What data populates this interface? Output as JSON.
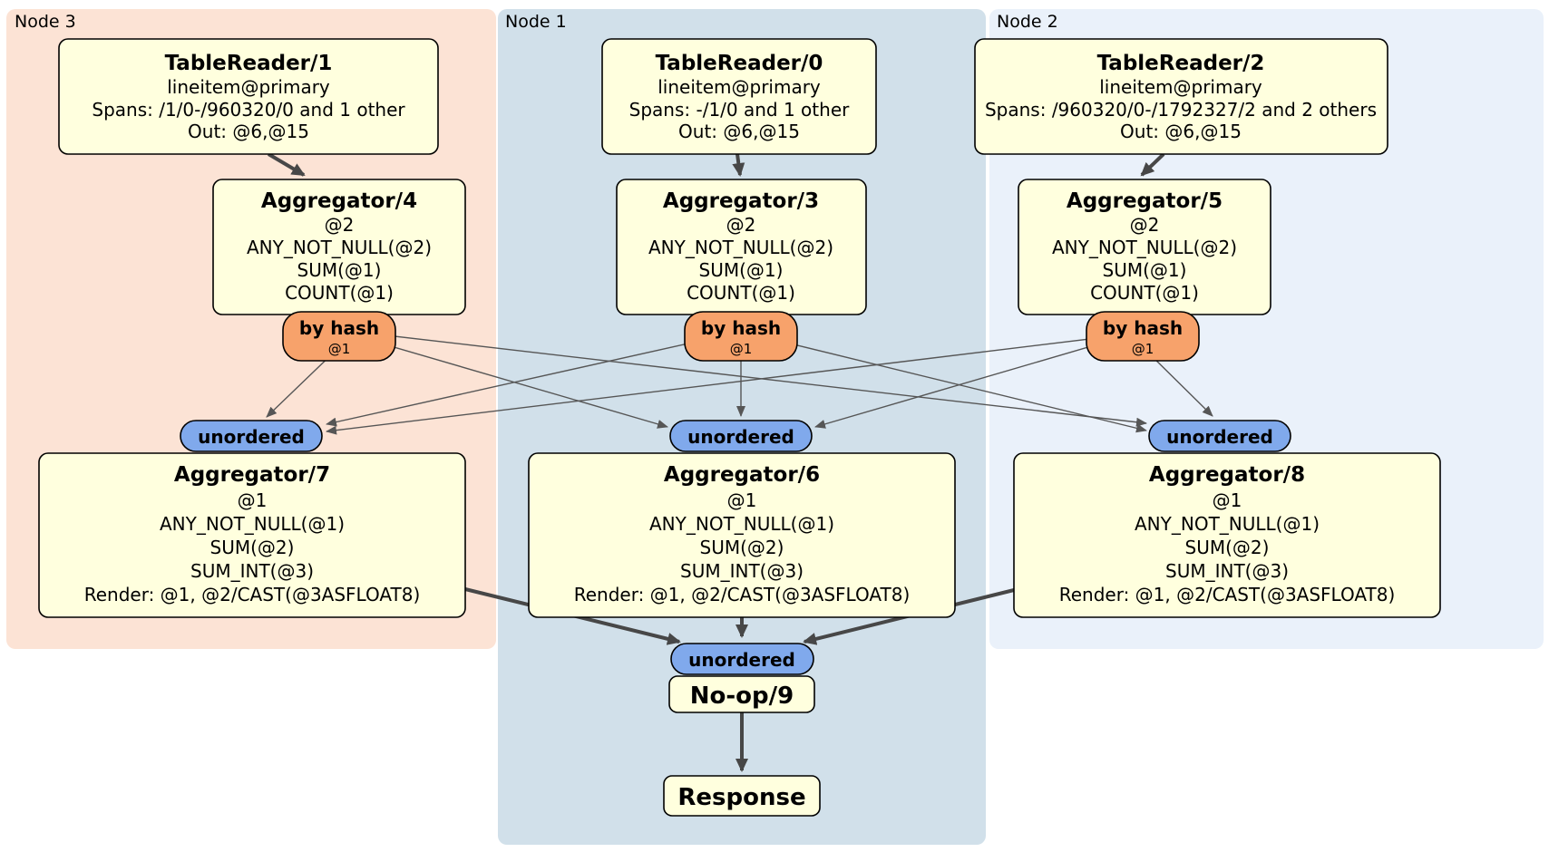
{
  "regions": {
    "node3": {
      "label": "Node 3"
    },
    "node1": {
      "label": "Node 1"
    },
    "node2": {
      "label": "Node 2"
    }
  },
  "processors": {
    "tablereader1": {
      "title": "TableReader/1",
      "lines": [
        "lineitem@primary",
        "Spans: /1/0-/960320/0 and 1 other",
        "Out: @6,@15"
      ]
    },
    "tablereader0": {
      "title": "TableReader/0",
      "lines": [
        "lineitem@primary",
        "Spans: -/1/0 and 1 other",
        "Out: @6,@15"
      ]
    },
    "tablereader2": {
      "title": "TableReader/2",
      "lines": [
        "lineitem@primary",
        "Spans: /960320/0-/1792327/2 and 2 others",
        "Out: @6,@15"
      ]
    },
    "aggregator4": {
      "title": "Aggregator/4",
      "lines": [
        "@2",
        "ANY_NOT_NULL(@2)",
        "SUM(@1)",
        "COUNT(@1)"
      ]
    },
    "aggregator3": {
      "title": "Aggregator/3",
      "lines": [
        "@2",
        "ANY_NOT_NULL(@2)",
        "SUM(@1)",
        "COUNT(@1)"
      ]
    },
    "aggregator5": {
      "title": "Aggregator/5",
      "lines": [
        "@2",
        "ANY_NOT_NULL(@2)",
        "SUM(@1)",
        "COUNT(@1)"
      ]
    },
    "aggregator7": {
      "title": "Aggregator/7",
      "lines": [
        "@1",
        "ANY_NOT_NULL(@1)",
        "SUM(@2)",
        "SUM_INT(@3)",
        "Render: @1, @2/CAST(@3ASFLOAT8)"
      ]
    },
    "aggregator6": {
      "title": "Aggregator/6",
      "lines": [
        "@1",
        "ANY_NOT_NULL(@1)",
        "SUM(@2)",
        "SUM_INT(@3)",
        "Render: @1, @2/CAST(@3ASFLOAT8)"
      ]
    },
    "aggregator8": {
      "title": "Aggregator/8",
      "lines": [
        "@1",
        "ANY_NOT_NULL(@1)",
        "SUM(@2)",
        "SUM_INT(@3)",
        "Render: @1, @2/CAST(@3ASFLOAT8)"
      ]
    },
    "noop9": {
      "title": "No-op/9"
    },
    "response": {
      "title": "Response"
    }
  },
  "routers": {
    "by_hash": {
      "label": "by hash",
      "sublabel": "@1"
    },
    "unordered": {
      "label": "unordered"
    }
  },
  "colors": {
    "node3_bg": "#fce3d5",
    "node1_bg": "#d1e0ea",
    "node2_bg": "#eaf1fa",
    "box_fill": "#ffffde",
    "hash_router_fill": "#f7a26b",
    "unordered_router_fill": "#80a9ec",
    "edge_thin": "#565656",
    "edge_thick": "#474747",
    "border": "#000000"
  }
}
